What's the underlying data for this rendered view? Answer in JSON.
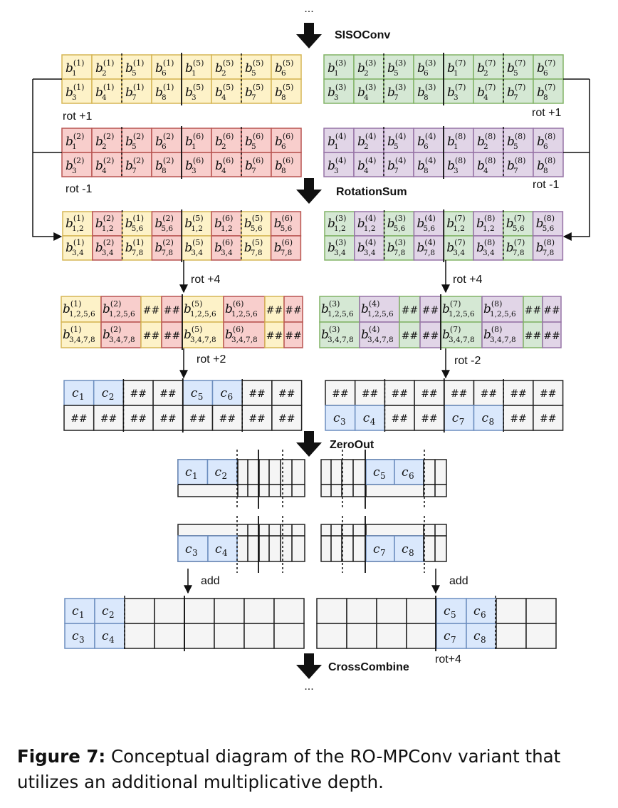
{
  "colors": {
    "yellow": "#fdf2c8",
    "yellow_stroke": "#d6b656",
    "red": "#f8cecc",
    "red_stroke": "#b85450",
    "green": "#d5e8d4",
    "green_stroke": "#82b366",
    "purple": "#e1d5e7",
    "purple_stroke": "#9673a6",
    "blue": "#dae8fc",
    "blue_stroke": "#6c8ebf",
    "gray": "#f5f5f5",
    "gray_stroke": "#222222"
  },
  "steps": {
    "top_ellipsis": "...",
    "sisoconv": "SISOConv",
    "rotationsum": "RotationSum",
    "zeroout": "ZeroOut",
    "crosscombine": "CrossCombine",
    "bottom_ellipsis": "..."
  },
  "labels": {
    "rot_plus1_left": "rot +1",
    "rot_plus1_right": "rot +1",
    "rot_minus1_left": "rot -1",
    "rot_minus1_right": "rot -1",
    "rot_plus4_left": "rot +4",
    "rot_plus4_right": "rot +4",
    "rot_plus2": "rot +2",
    "rot_minus2": "rot -2",
    "add_left": "add",
    "add_right": "add",
    "rot_plus4_final": "rot+4"
  },
  "placeholder": "##",
  "caption": {
    "label": "Figure 7:",
    "text": " Conceptual diagram of the RO-MPConv variant that utilizes an additional multiplicative depth."
  },
  "ciphertexts": {
    "c_labels": [
      "1",
      "2",
      "3",
      "4",
      "5",
      "6",
      "7",
      "8"
    ]
  }
}
